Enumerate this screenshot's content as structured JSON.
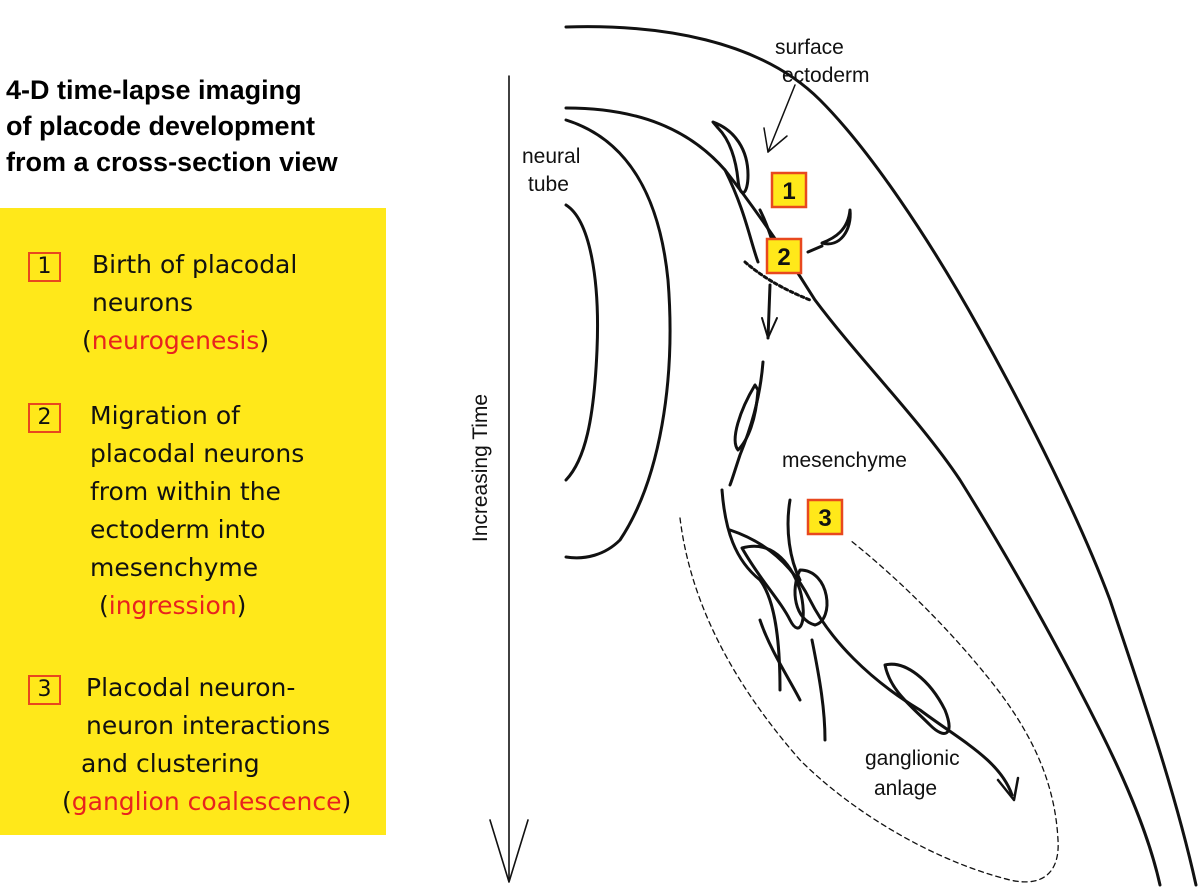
{
  "title": {
    "line1": "4-D time-lapse imaging",
    "line2": "of placode development",
    "line3": "from a cross-section view"
  },
  "steps": [
    {
      "number": "1",
      "lines": [
        "Birth of placodal",
        "neurons"
      ],
      "paren_open": "(",
      "term": "neurogenesis",
      "paren_close": ")"
    },
    {
      "number": "2",
      "lines": [
        "Migration of",
        "placodal neurons",
        "from within the",
        "ectoderm into",
        "mesenchyme"
      ],
      "paren_open": "(",
      "term": "ingression",
      "paren_close": ")"
    },
    {
      "number": "3",
      "lines": [
        "Placodal neuron-",
        "neuron interactions",
        "and clustering"
      ],
      "paren_open": "(",
      "term": "ganglion coalescence",
      "paren_close": ")"
    }
  ],
  "diagram": {
    "time_axis_label": "Increasing Time",
    "labels": {
      "surface_ectoderm_1": "surface",
      "surface_ectoderm_2": "ectoderm",
      "neural_tube_1": "neural",
      "neural_tube_2": "tube",
      "mesenchyme": "mesenchyme",
      "ganglionic_anlage_1": "ganglionic",
      "ganglionic_anlage_2": "anlage"
    },
    "markers": [
      "1",
      "2",
      "3"
    ]
  },
  "colors": {
    "panel": "#ffe81a",
    "accent_red": "#e8231e",
    "box_border": "#e8481e",
    "marker_fill": "#ffe81a"
  }
}
